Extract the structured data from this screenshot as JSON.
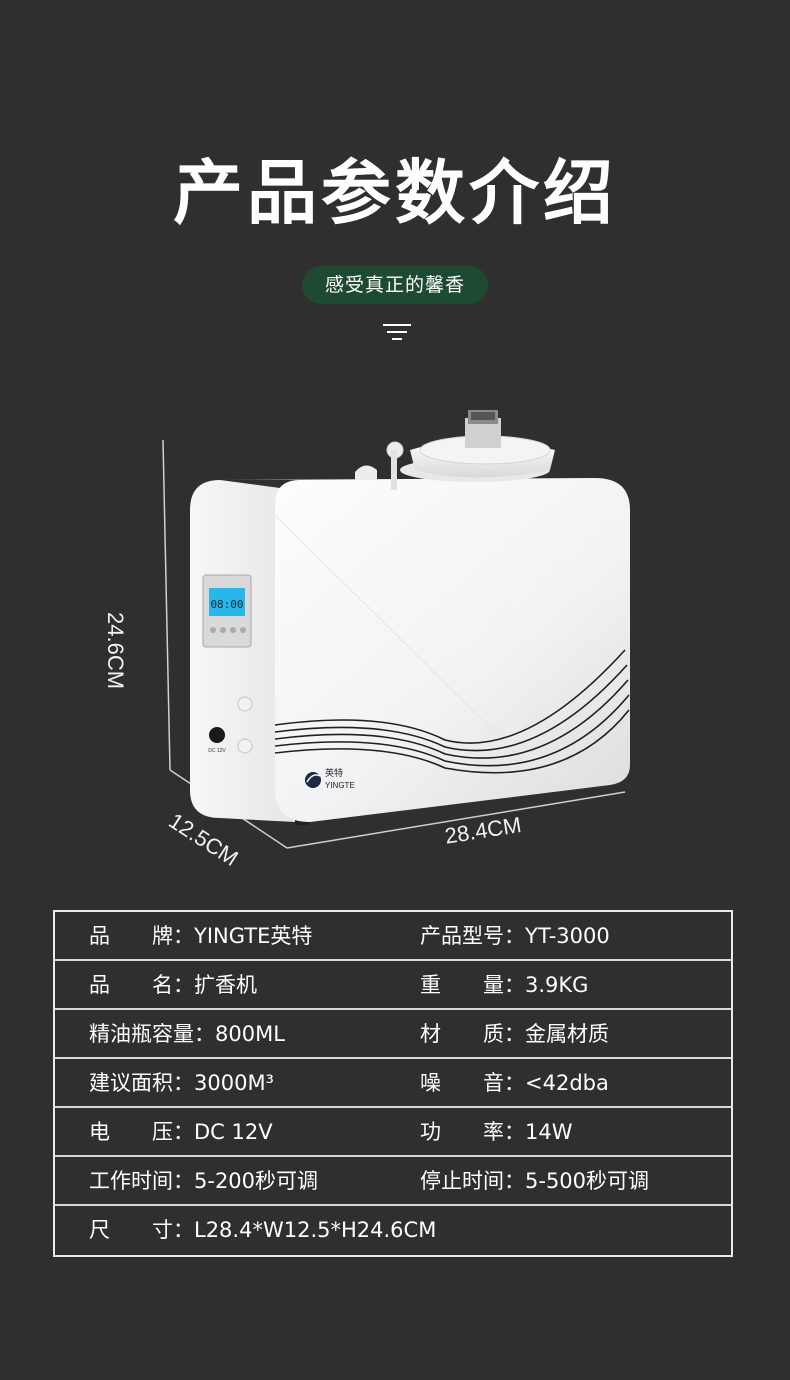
{
  "header": {
    "title": "产品参数介绍",
    "tagline": "感受真正的馨香",
    "menu_icon": "hamburger-menu-icon"
  },
  "product": {
    "lcd_time": "08:00",
    "brand_logo_cn": "英特",
    "brand_logo_en": "YINGTE",
    "port_label": "DC 12V",
    "dimensions": {
      "height": "24.6CM",
      "depth": "12.5CM",
      "width": "28.4CM"
    }
  },
  "specs": [
    {
      "left": "品　　牌：YINGTE英特",
      "right": "产品型号：YT-3000"
    },
    {
      "left": "品　　名：扩香机",
      "right": "重　　量：3.9KG"
    },
    {
      "left": "精油瓶容量：800ML",
      "right": "材　　质：金属材质"
    },
    {
      "left": "建议面积：3000M³",
      "right": "噪　　音：<42dba"
    },
    {
      "left": "电　　压：DC 12V",
      "right": "功　　率：14W"
    },
    {
      "left": "工作时间：5-200秒可调",
      "right": "停止时间：5-500秒可调"
    },
    {
      "left": "尺　　寸：L28.4*W12.5*H24.6CM",
      "right": ""
    }
  ],
  "colors": {
    "background": "#2f2f2f",
    "pill": "#1d4a31",
    "lcd": "#29b6e8"
  }
}
